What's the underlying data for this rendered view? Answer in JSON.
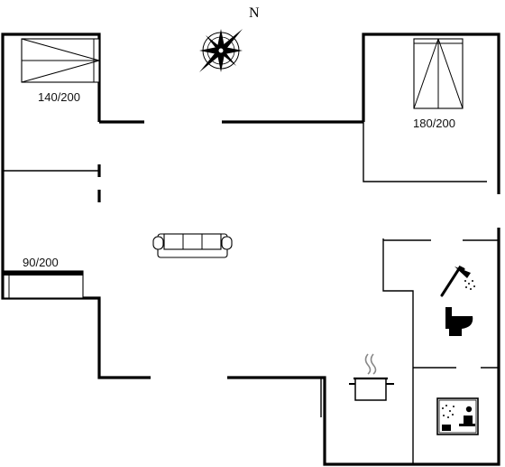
{
  "compass": {
    "label": "N"
  },
  "beds": [
    {
      "label": "140/200"
    },
    {
      "label": "180/200"
    },
    {
      "label": "90/200"
    }
  ],
  "icons": {
    "sofa": "sofa-icon",
    "shower": "shower-icon",
    "toilet": "toilet-icon",
    "kitchen": "cooking-pot-icon",
    "sauna": "sauna-icon",
    "compass": "compass-rose-icon"
  }
}
